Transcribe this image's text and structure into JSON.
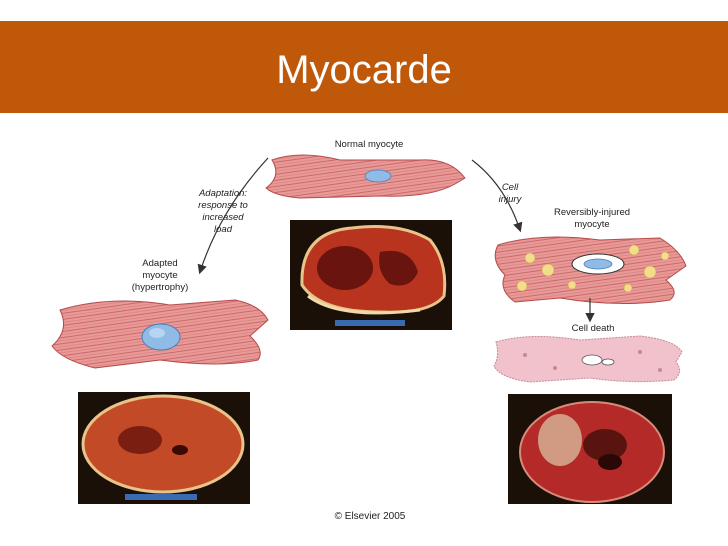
{
  "slide": {
    "title": "Myocarde"
  },
  "labels": {
    "normal_myocyte": "Normal myocyte",
    "adaptation": [
      "Adaptation:",
      "response to",
      "increased",
      "load"
    ],
    "adapted": [
      "Adapted",
      "myocyte",
      "(hypertrophy)"
    ],
    "cell_injury": [
      "Cell",
      "injury"
    ],
    "reversibly_injured": [
      "Reversibly-injured",
      "myocyte"
    ],
    "cell_death": "Cell death",
    "copyright": "© Elsevier 2005"
  },
  "colors": {
    "title_bar": "#c0580a",
    "title_text": "#ffffff",
    "myocyte_fill": "#e79a98",
    "myocyte_stroke": "#b54a4a",
    "nucleus": "#8fbbe6",
    "dead_cell": "#f2c2cc",
    "fat_droplet": "#f3dc8a",
    "heart_tissue": "#b8341e",
    "photo_bg": "#1a1008"
  },
  "icons": [
    "arrow-icon"
  ]
}
